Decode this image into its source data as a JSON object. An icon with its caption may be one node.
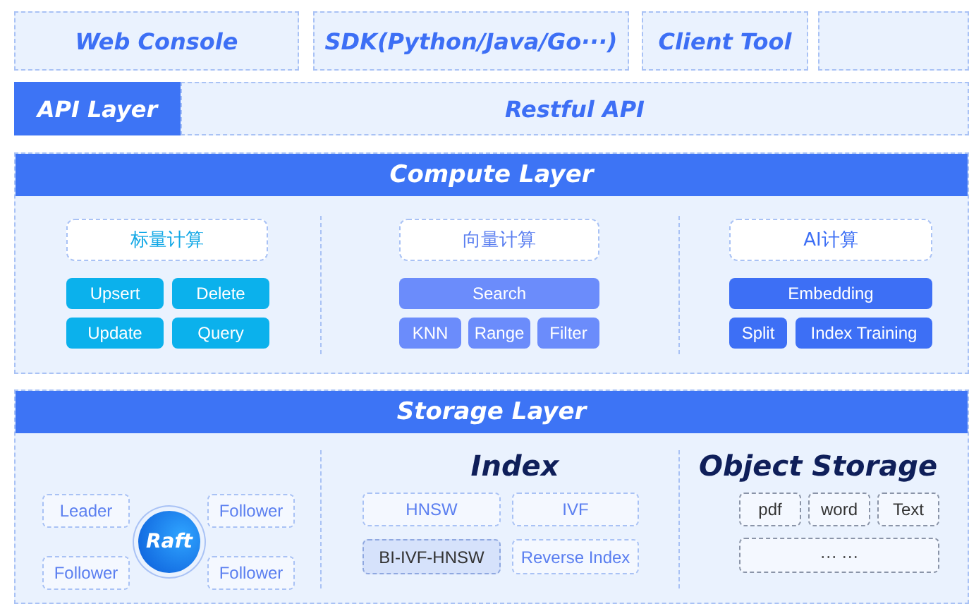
{
  "diagram": {
    "nodes": [
      {
        "text": [
          "Web Console"
        ]
      },
      {
        "text": [
          "SDK(Python/Java/Go···)"
        ]
      },
      {
        "text": [
          "Client Tool"
        ]
      },
      {
        "text": [],
        "shape": "box"
      },
      {
        "text": [
          "API Layer"
        ]
      },
      {
        "text": [
          "Restful API"
        ]
      },
      {
        "text": [
          "Compute Layer"
        ]
      },
      {
        "text": [
          "标量计算"
        ],
        "in": 6
      },
      {
        "text": [
          "Upsert"
        ],
        "in": 6
      },
      {
        "text": [
          "Delete"
        ],
        "in": 6
      },
      {
        "text": [
          "Update"
        ],
        "in": 6
      },
      {
        "text": [
          "Query"
        ],
        "in": 6
      },
      {
        "text": [
          "向量计算"
        ],
        "in": 6
      },
      {
        "text": [
          "Search"
        ],
        "in": 6
      },
      {
        "text": [
          "KNN"
        ],
        "in": 6
      },
      {
        "text": [
          "Range"
        ],
        "in": 6
      },
      {
        "text": [
          "Filter"
        ],
        "in": 6
      },
      {
        "text": [
          "AI计算"
        ],
        "in": 6
      },
      {
        "text": [
          "Embedding"
        ],
        "in": 6
      },
      {
        "text": [
          "Split"
        ],
        "in": 6
      },
      {
        "text": [
          "Index Training"
        ],
        "in": 6
      },
      {
        "text": [
          "Storage Layer"
        ]
      },
      {
        "text": [
          "Leader"
        ],
        "in": 21
      },
      {
        "text": [
          "Follower"
        ],
        "in": 21
      },
      {
        "text": [
          "Raft"
        ],
        "in": 21
      },
      {
        "text": [
          "Follower"
        ],
        "in": 21
      },
      {
        "text": [
          "Follower"
        ],
        "in": 21
      },
      {
        "text": [
          "HNSW"
        ],
        "in": 21
      },
      {
        "text": [
          "IVF"
        ],
        "in": 21
      },
      {
        "text": [
          "BI-IVF-HNSW"
        ],
        "in": 21
      },
      {
        "text": [
          "Reverse Index"
        ],
        "in": 21
      },
      {
        "text": [
          "pdf"
        ],
        "in": 21
      },
      {
        "text": [
          "word"
        ],
        "in": 21
      },
      {
        "text": [
          "Text"
        ],
        "in": 21
      },
      {
        "text": [
          "··· ···"
        ],
        "in": 21
      }
    ],
    "labels": [
      "Index",
      "Object Storage"
    ]
  }
}
